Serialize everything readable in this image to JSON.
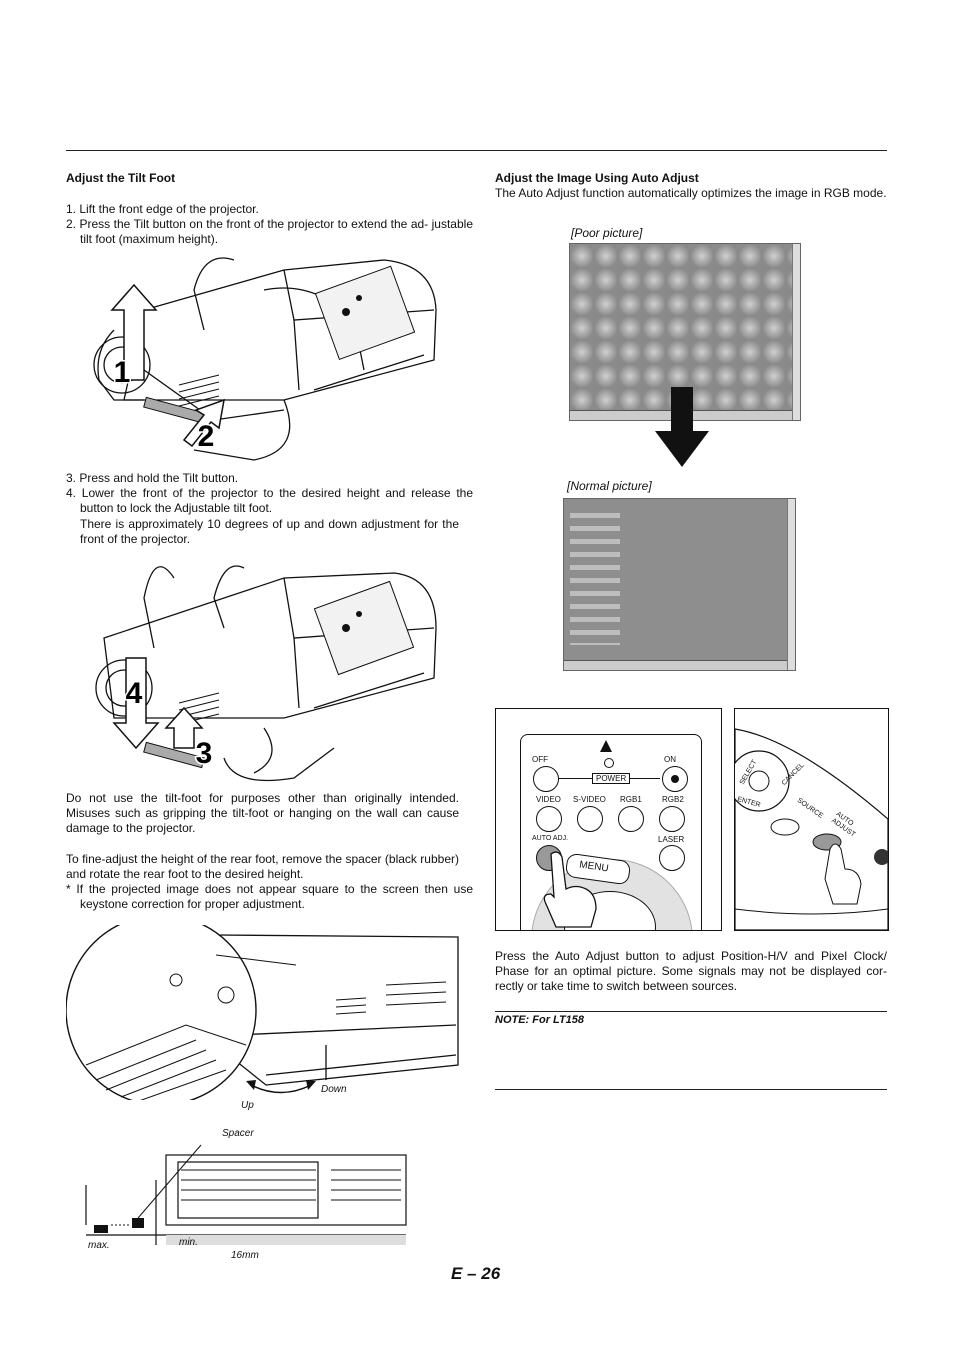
{
  "left": {
    "tilt_heading": "Adjust the Tilt Foot",
    "steps_a": [
      "1. Lift the front edge of the projector.",
      "2. Press the Tilt button on the front of the projector to extend the ad- justable tilt foot (maximum height)."
    ],
    "steps_b": [
      "3. Press and hold the Tilt button.",
      "4. Lower the front of the projector to the desired height and release the button to lock the Adjustable tilt foot."
    ],
    "step4_note": "There is approximately 10 degrees of up and down adjustment for the front of the projector.",
    "callouts": {
      "one": "1",
      "two": "2",
      "three": "3",
      "four": "4"
    },
    "warning": "Do not use the tilt-foot for purposes other than originally intended. Misuses such as gripping the tilt-foot or hanging on the wall can cause damage to the projector.",
    "rear_foot": "To fine-adjust the height of the rear foot, remove the spacer (black rubber) and rotate the rear foot to the desired height.",
    "keystone_bullet": "*  If the projected image does not appear square to the screen then use keystone correction for proper adjustment.",
    "foot_labels": {
      "up": "Up",
      "down": "Down",
      "spacer": "Spacer",
      "max": "max.",
      "min": "min.",
      "mm": "16mm"
    }
  },
  "right": {
    "auto_heading": "Adjust the Image Using Auto Adjust",
    "auto_intro": "The Auto Adjust function automatically optimizes the image in RGB mode.",
    "poor_caption": "[Poor picture]",
    "normal_caption": "[Normal picture]",
    "remote": {
      "off": "OFF",
      "on": "ON",
      "power": "POWER",
      "video": "VIDEO",
      "svideo": "S-VIDEO",
      "rgb1": "RGB1",
      "rgb2": "RGB2",
      "auto_adj": "AUTO ADJ.",
      "laser": "LASER",
      "menu": "MENU"
    },
    "cabinet": {
      "select": "SELECT",
      "cancel": "CANCEL",
      "enter": "ENTER",
      "source": "SOURCE",
      "auto_adjust": "AUTO ADJUST"
    },
    "press_text": "Press the Auto Adjust button to adjust Position-H/V and Pixel Clock/ Phase for an optimal picture. Some signals may not be displayed cor- rectly or take time to switch between sources.",
    "note_heading": "NOTE: For LT158"
  },
  "page_number": "E – 26"
}
